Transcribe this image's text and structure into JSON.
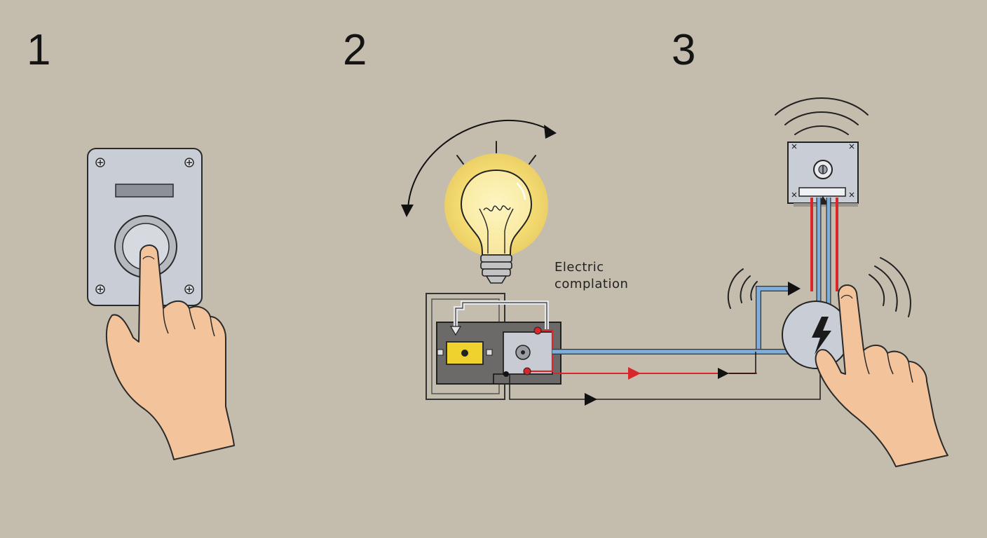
{
  "steps": [
    {
      "number": "1"
    },
    {
      "number": "2"
    },
    {
      "number": "3"
    }
  ],
  "annotation": {
    "line1": "Electric",
    "line2": "complation"
  },
  "icons": [
    "hand-icon",
    "push-button-icon",
    "light-bulb-icon",
    "rotation-arrow-icon",
    "lightning-bolt-icon",
    "sound-waves-icon",
    "screw-icon"
  ],
  "colors": {
    "background": "#c4bdae",
    "plate": "#c9ced6",
    "skin": "#f3c39c",
    "wire_blue": "#7eaedb",
    "wire_red": "#d8262b",
    "bulb_glow": "#f7e27a",
    "terminal_yellow": "#f0d22e",
    "panel_dark": "#6b6a69",
    "outline": "#262626"
  }
}
